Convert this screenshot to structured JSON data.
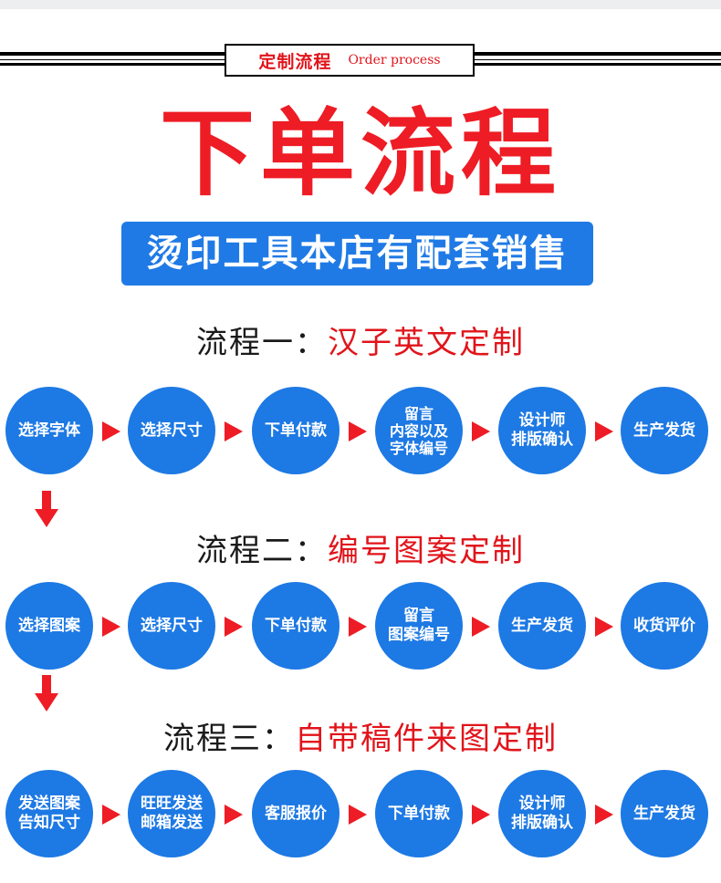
{
  "header": {
    "title_cn": "定制流程",
    "title_en": "Order process"
  },
  "main_title": "下单流程",
  "banner": "烫印工具本店有配套销售",
  "processes": [
    {
      "label": "流程一：",
      "title": "汉子英文定制",
      "steps": [
        "选择字体",
        "选择尺寸",
        "下单付款",
        "留言\n内容以及\n字体编号",
        "设计师\n排版确认",
        "生产发货"
      ]
    },
    {
      "label": "流程二：",
      "title": "编号图案定制",
      "steps": [
        "选择图案",
        "选择尺寸",
        "下单付款",
        "留言\n图案编号",
        "生产发货",
        "收货评价"
      ]
    },
    {
      "label": "流程三：",
      "title": "自带稿件来图定制",
      "steps": [
        "发送图案\n告知尺寸",
        "旺旺发送\n邮箱发送",
        "客服报价",
        "下单付款",
        "设计师\n排版确认",
        "生产发货"
      ]
    }
  ],
  "colors": {
    "red": "#ee1c25",
    "blue": "#1d79e4",
    "banner_blue": "#1f7ae6"
  }
}
